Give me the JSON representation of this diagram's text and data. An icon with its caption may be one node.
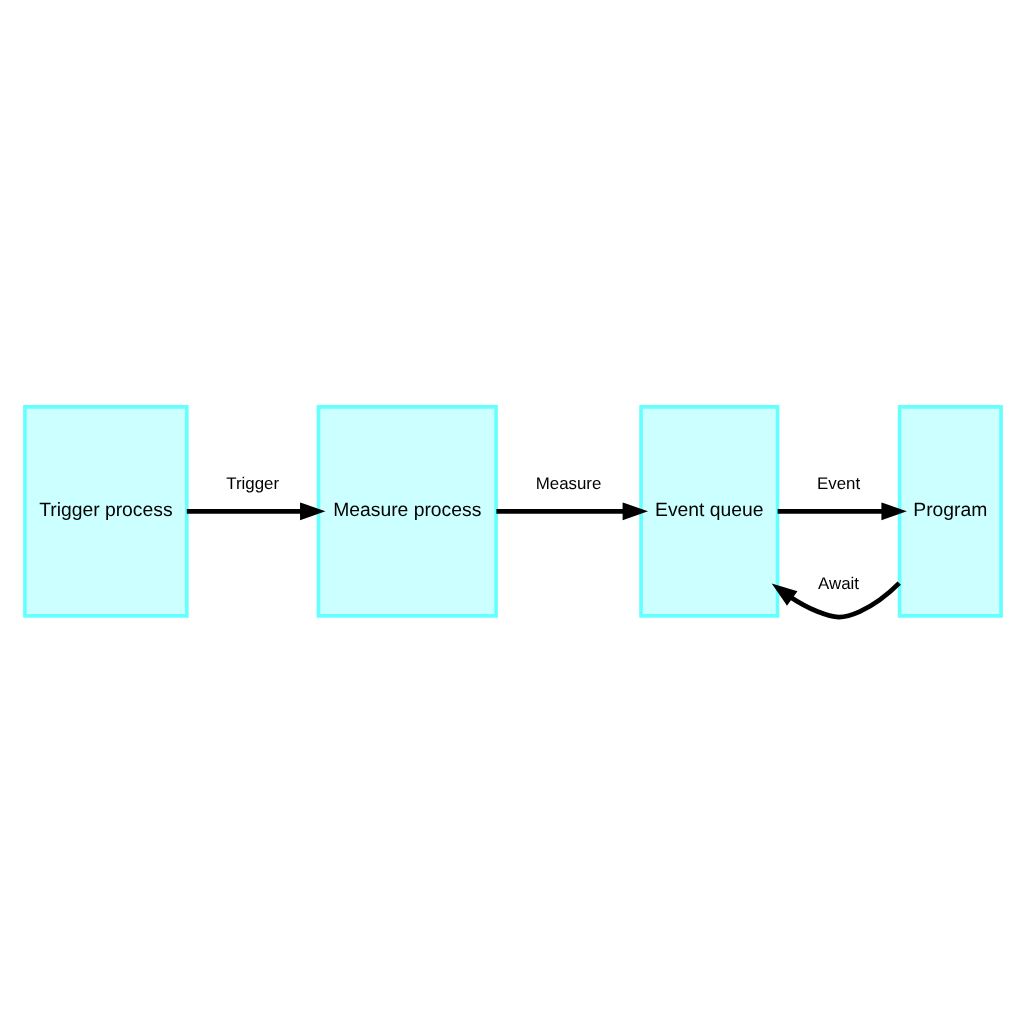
{
  "diagram": {
    "nodes": [
      {
        "text": [
          "Trigger process"
        ]
      },
      {
        "text": [
          "Measure process"
        ]
      },
      {
        "text": [
          "Event queue"
        ]
      },
      {
        "text": [
          "Program"
        ]
      }
    ],
    "edges": [
      {
        "from": 0,
        "to": 1,
        "arrow": "to",
        "label": "Trigger"
      },
      {
        "from": 1,
        "to": 2,
        "arrow": "to",
        "label": "Measure"
      },
      {
        "from": 3,
        "to": 2,
        "arrow": "to",
        "label": "Await"
      },
      {
        "from": 2,
        "to": 3,
        "arrow": "to",
        "label": "Event"
      }
    ]
  }
}
